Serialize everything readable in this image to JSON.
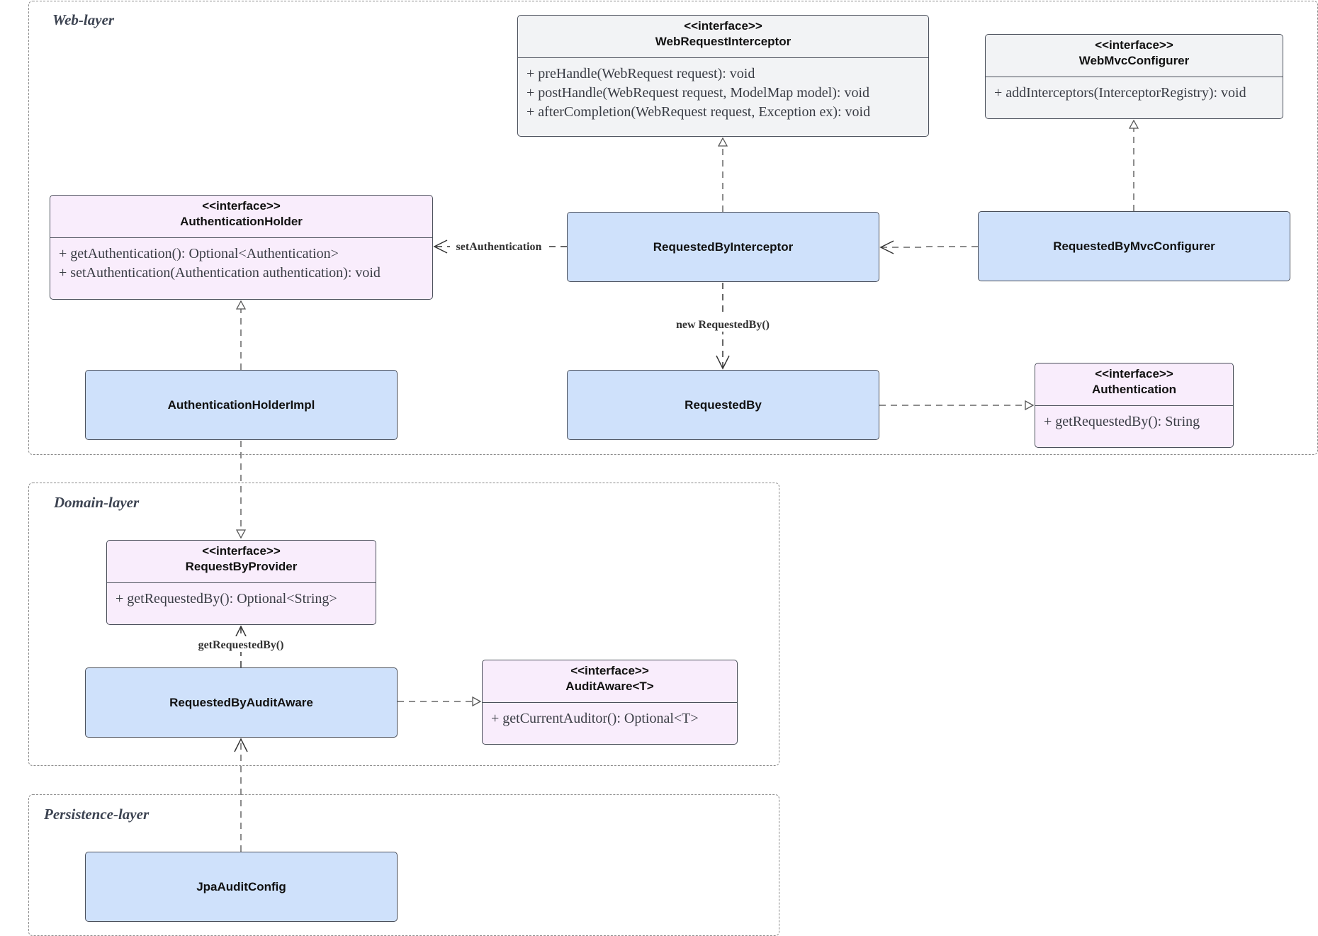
{
  "layers": {
    "web": "Web-layer",
    "domain": "Domain-layer",
    "persistence": "Persistence-layer"
  },
  "classes": {
    "web_request_interceptor": {
      "stereotype": "<<interface>>",
      "name": "WebRequestInterceptor",
      "members": [
        "+ preHandle(WebRequest request): void",
        "+ postHandle(WebRequest request, ModelMap model): void",
        "+ afterCompletion(WebRequest request, Exception ex): void"
      ]
    },
    "web_mvc_configurer": {
      "stereotype": "<<interface>>",
      "name": "WebMvcConfigurer",
      "members": [
        "+ addInterceptors(InterceptorRegistry): void"
      ]
    },
    "authentication_holder": {
      "stereotype": "<<interface>>",
      "name": "AuthenticationHolder",
      "members": [
        "+ getAuthentication(): Optional<Authentication>",
        "+ setAuthentication(Authentication authentication): void"
      ]
    },
    "requested_by_interceptor": {
      "name": "RequestedByInterceptor"
    },
    "requested_by_mvc_configurer": {
      "name": "RequestedByMvcConfigurer"
    },
    "authentication_holder_impl": {
      "name": "AuthenticationHolderImpl"
    },
    "requested_by": {
      "name": "RequestedBy"
    },
    "authentication": {
      "stereotype": "<<interface>>",
      "name": "Authentication",
      "members": [
        "+ getRequestedBy(): String"
      ]
    },
    "request_by_provider": {
      "stereotype": "<<interface>>",
      "name": "RequestByProvider",
      "members": [
        "+ getRequestedBy(): Optional<String>"
      ]
    },
    "requested_by_audit_aware": {
      "name": "RequestedByAuditAware"
    },
    "audit_aware": {
      "stereotype": "<<interface>>",
      "name": "AuditAware<T>",
      "members": [
        "+ getCurrentAuditor(): Optional<T>"
      ]
    },
    "jpa_audit_config": {
      "name": "JpaAuditConfig"
    }
  },
  "edge_labels": {
    "set_authentication": "setAuthentication",
    "new_requested_by": "new RequestedBy()",
    "get_requested_by": "getRequestedBy()"
  },
  "colors": {
    "concrete_fill": "#cfe1fb",
    "interface_pink_fill": "#f9edfc",
    "interface_gray_fill": "#f2f3f5",
    "border": "#4a4f5a",
    "layer_border": "#8a8a8a"
  }
}
